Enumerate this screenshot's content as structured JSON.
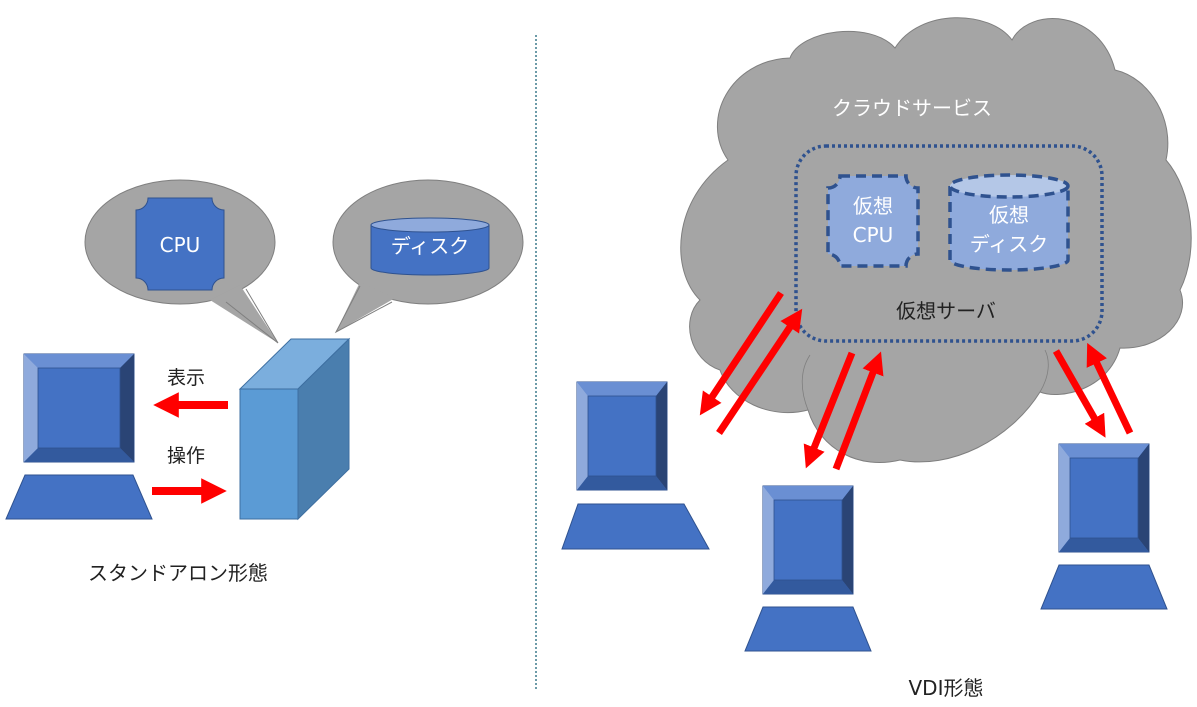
{
  "standalone": {
    "caption": "スタンドアロン形態",
    "cpu_label": "CPU",
    "disk_label": "ディスク",
    "display_label": "表示",
    "operation_label": "操作"
  },
  "vdi": {
    "caption": "VDI形態",
    "cloud_label": "クラウドサービス",
    "virtual_server_label": "仮想サーバ",
    "virtual_cpu_label_line1": "仮想",
    "virtual_cpu_label_line2": "CPU",
    "virtual_disk_label_line1": "仮想",
    "virtual_disk_label_line2": "ディスク",
    "client_count": 3
  },
  "colors": {
    "blue": "#4472C4",
    "blue_dark": "#2F528F",
    "light_blue": "#8FAADC",
    "server_front": "#5B9BD5",
    "cloud_gray": "#A5A5A5",
    "arrow_red": "#FF0000",
    "divider": "#3B7A8C"
  }
}
